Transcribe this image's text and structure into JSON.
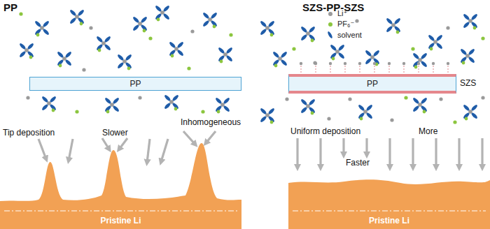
{
  "diagram": {
    "nodes": [
      {
        "text": [
          "PP"
        ]
      },
      {
        "text": [
          "PP"
        ]
      },
      {
        "text": [
          "Pristine Li"
        ]
      },
      {
        "text": [
          "Pristine Li"
        ]
      }
    ],
    "labels": [
      "PP",
      "SZS-PP-SZS",
      "SZS",
      "Tip deposition",
      "Slower",
      "Inhomogeneous",
      "Uniform deposition",
      "More",
      "Faster"
    ],
    "legend": [
      {
        "text": "Li⁺",
        "color": "#9a9a9a"
      },
      {
        "text": "PF₆⁻",
        "color": "#8cc63f"
      },
      {
        "text": "solvent",
        "color": "#1f5ca8"
      }
    ]
  }
}
